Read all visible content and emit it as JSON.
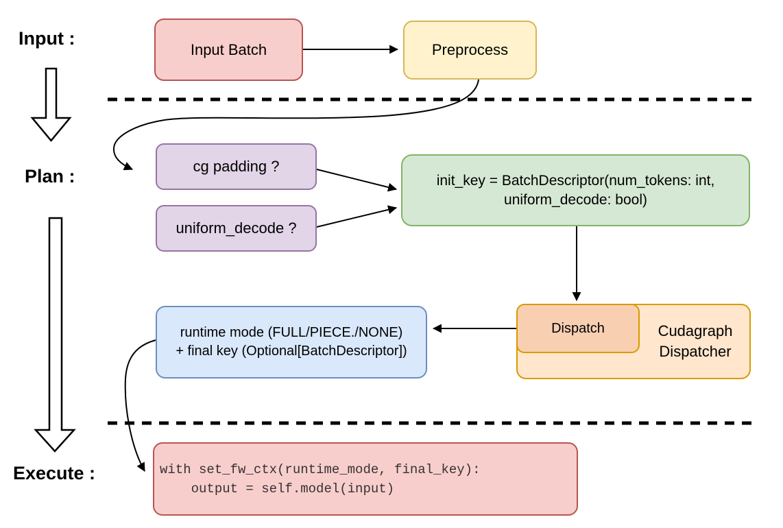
{
  "labels": {
    "input": "Input :",
    "plan": "Plan :",
    "execute": "Execute :"
  },
  "nodes": {
    "input_batch": {
      "label": "Input Batch"
    },
    "preprocess": {
      "label": "Preprocess"
    },
    "cg_padding": {
      "label": "cg padding ?"
    },
    "uniform_decode": {
      "label": "uniform_decode ?"
    },
    "init_key": {
      "line1": "init_key = BatchDescriptor(num_tokens: int,",
      "line2": "uniform_decode: bool)"
    },
    "runtime_mode": {
      "line1": "runtime mode (FULL/PIECE./NONE)",
      "line2": "+ final key (Optional[BatchDescriptor])"
    },
    "dispatch": {
      "label": "Dispatch"
    },
    "cudagraph_dispatcher": {
      "line1": "Cudagraph",
      "line2": "Dispatcher"
    },
    "execute_code": {
      "line1": "with set_fw_ctx(runtime_mode, final_key):",
      "line2": "    output = self.model(input)"
    }
  },
  "colors": {
    "red_fill": "#F8CECC",
    "red_border": "#B85450",
    "yellow_fill": "#FFF2CC",
    "yellow_border": "#D6B656",
    "purple_fill": "#E1D5E7",
    "purple_border": "#9673A6",
    "green_fill": "#D5E8D4",
    "green_border": "#82B366",
    "blue_fill": "#DAE8FC",
    "blue_border": "#6C8EBF",
    "orange_fill": "#FFE6CC",
    "orange_border": "#D79B00",
    "salmon_fill": "#F9CFB2",
    "arrow": "#000000"
  }
}
